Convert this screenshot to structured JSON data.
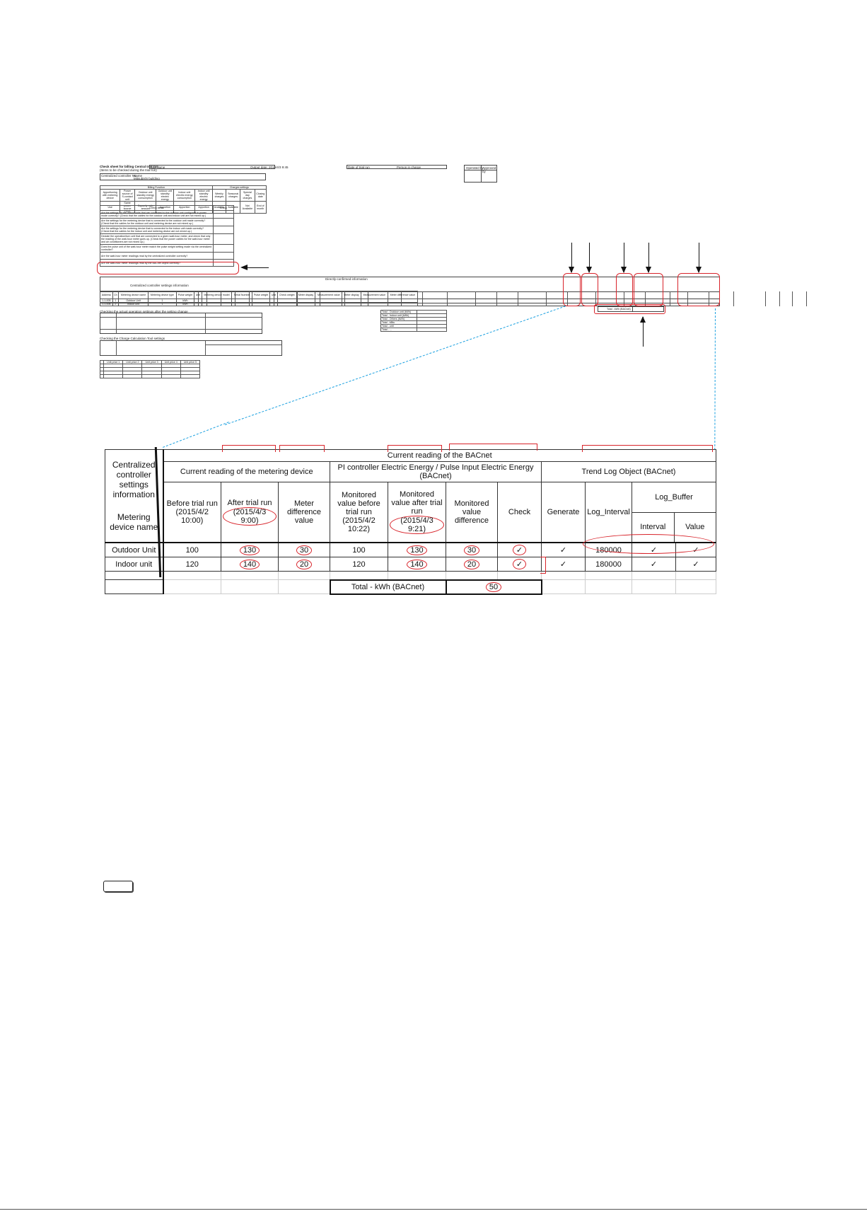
{
  "overview": {
    "sheet_title": "Check sheet for billing Central trial run",
    "sheet_subtitle": "(Items to be checked during the trial run)",
    "site_name_label": "Site name",
    "output_date": "Output date: 2015/4/3 9:45",
    "date_of_trial_run": "Date of trial run",
    "person_in_charge": "Person in charge",
    "operated_by": "Operated by",
    "approved_by": "Approved by",
    "controller_no": "Centralized controller No.",
    "name_label": "Name",
    "name_value": "Mitsubishi building",
    "billing_function": "Billing Function",
    "charges_settings": "Charges settings",
    "billing_headers": [
      "Apportioning with metering device",
      "Power source of S-contact unit",
      "Outdoor unit standby energy consumption",
      "Outdoor unit standby electric energy",
      "Indoor unit electric energy consumption",
      "Indoor unit standby electric energy",
      "Weekly charges",
      "Seasonal charges",
      "Special day charges",
      "Closing date"
    ],
    "billing_values": [
      "Use",
      "Same power source (Y/2)",
      "Capacity ratio amount",
      "Apportion",
      "Apportion",
      "Apportion",
      "Available",
      "Available",
      "Not Available",
      "End of month"
    ],
    "check_items_header": "Check Items",
    "check_header": "Check",
    "check_items": [
      "Are the settings for the indoor units that are connected to the outdoor unit configured in power mode correctly? (Check that the cables for the outdoor unit and indoor unit are not mixed up.)",
      "Are the settings for the metering device that is connected to the outdoor unit made correctly? (Check that the cables for the outdoor unit and metering device are not mixed up.)",
      "Are the settings for the metering device that is connected to the indoor unit made correctly? (Check that the cables for the indoor unit and metering device are not mixed up.)",
      "Deviate the operation/turn unit that are connected to a given watt-hour meter, and check that only the reading of the watt-hour meter goes up. (Check that the power cables for the watt-hour meter and air conditioners are not mixed up.)",
      "Does the pulse unit of the watt-hour meter match the pulse weight setting made via the centralized controller?",
      "Are the watt-hour meter readings read by the centralized controller correctly?",
      "Are the watt-hour meter readings read by the BACnet object correctly?"
    ],
    "settings_info": "Centralized controller settings information",
    "linked_info": "Directly-confirmed information",
    "total_kwh_small": "Total - kWh (BACnet)",
    "mini_rows": [
      [
        "Address",
        "Ch",
        "Metering device name",
        "Metering device type",
        "Pulse weight",
        "Unit",
        "Metering device model",
        "Serial Number",
        "Pulse weight",
        "Unit",
        "Check weight",
        "Meter display",
        "Measurement value",
        "Meter display",
        "Measurement value",
        "Meter difference value"
      ],
      [
        "1-1-005",
        "1",
        "Outdoor Unit",
        "1",
        "kWh",
        "",
        "",
        "",
        "",
        "",
        "",
        "",
        "",
        "",
        "",
        ""
      ],
      [
        "1-1-006",
        "2",
        "Indoor unit",
        "1",
        "kWh",
        "",
        "",
        "",
        "",
        "",
        "",
        "",
        "",
        "",
        "",
        ""
      ]
    ],
    "mini_totals": [
      "Total - Outdoor unit (kWh)",
      "Total - Indoor unit (kWh)",
      "Total - Others (kWh)",
      "Total - kBtu",
      "Total - unit",
      "Total - ..."
    ],
    "actual_section": "Checking the actual operation settings after the setting change",
    "charge_section": "Checking the Charge Calculation Tool settings",
    "unit_price_headers": [
      "Unit price 1",
      "Unit price 2",
      "Unit price 3",
      "Unit price 4",
      "Unit price 5"
    ]
  },
  "zoom_table": {
    "left_header": "Centralized controller settings information",
    "metering_device_name": "Metering device name",
    "group_bacnet": "Current reading of the BACnet",
    "group_meter": "Current reading of the metering device",
    "group_pi": "PI controller Electric Energy / Pulse Input Electric Energy (BACnet)",
    "group_trend": "Trend Log Object (BACnet)",
    "col_before": "Before trial run (2015/4/2 10:00)",
    "col_after": "After trial run",
    "col_after_date": "(2015/4/3 9:00)",
    "col_meter_diff": "Meter difference value",
    "col_mon_before": "Monitored value before trial run (2015/4/2 10:22)",
    "col_mon_after": "Monitored value after trial run",
    "col_mon_after_date": "(2015/4/3 9:21)",
    "col_mon_diff": "Monitored value difference",
    "col_check": "Check",
    "col_generate": "Generate",
    "col_log_interval": "Log_Interval",
    "col_log_buffer": "Log_Buffer",
    "col_interval": "Interval",
    "col_value": "Value",
    "rows": [
      {
        "name": "Outdoor Unit",
        "before": "100",
        "after": "130",
        "meter_diff": "30",
        "mon_before": "100",
        "mon_after": "130",
        "mon_diff": "30",
        "check": "✓",
        "generate": "✓",
        "log_interval": "180000",
        "interval": "✓",
        "value": "✓"
      },
      {
        "name": "Indoor unit",
        "before": "120",
        "after": "140",
        "meter_diff": "20",
        "mon_before": "120",
        "mon_after": "140",
        "mon_diff": "20",
        "check": "✓",
        "generate": "✓",
        "log_interval": "180000",
        "interval": "✓",
        "value": "✓"
      }
    ],
    "total_label": "Total - kWh (BACnet)",
    "total_value": "50"
  },
  "colors": {
    "highlight": "#d8232a",
    "zoom_line": "#1aa0e0"
  }
}
